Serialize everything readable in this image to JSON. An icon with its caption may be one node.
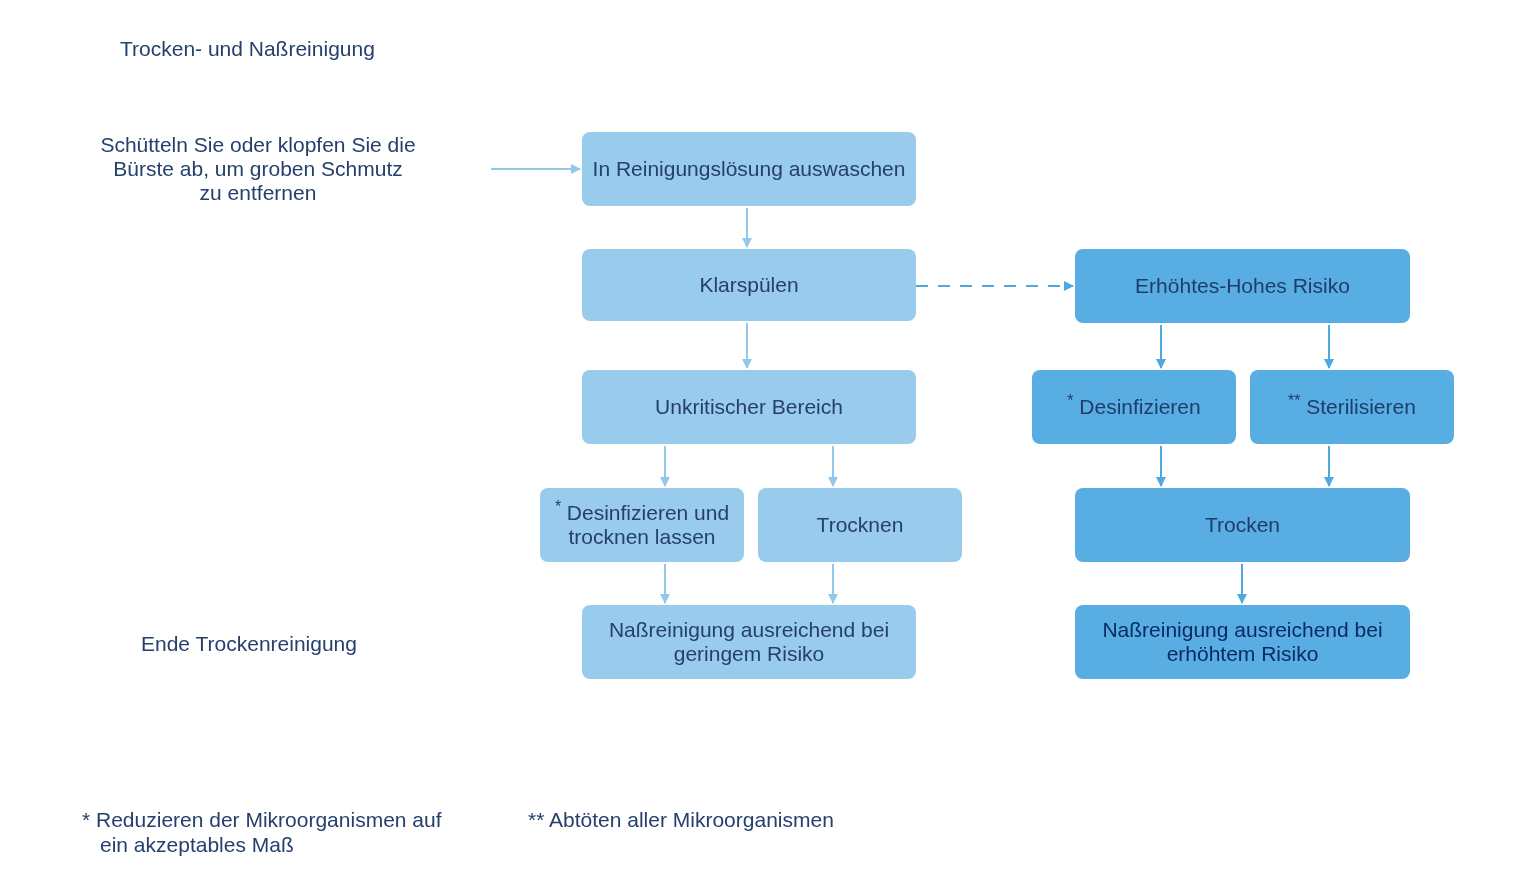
{
  "diagram": {
    "title": "Trocken- und Naßreinigung",
    "nodes": [
      {
        "text": [
          "Schütteln Sie oder klopfen Sie die Bürste ab, um groben Schmutz zu entfernen"
        ]
      },
      {
        "text": [
          "In Reinigungslösung auswaschen"
        ]
      },
      {
        "text": [
          "Klarspülen"
        ]
      },
      {
        "text": [
          "Erhöhtes-Hohes Risiko"
        ]
      },
      {
        "text": [
          "Unkritischer Bereich"
        ]
      },
      {
        "text": [
          "$^{*}$ Desinfizieren"
        ]
      },
      {
        "text": [
          "$^{**}$ Sterilisieren"
        ]
      },
      {
        "text": [
          "$^{*}$ Desinfizieren und trocknen lassen"
        ]
      },
      {
        "text": [
          "Trocknen"
        ]
      },
      {
        "text": [
          "Trocken"
        ]
      },
      {
        "text": [
          "Naßreinigung ausreichend bei geringem Risiko"
        ]
      },
      {
        "text": [
          "Naßreinigung ausreichend bei  erhöhtem Risiko"
        ]
      }
    ],
    "edges": [
      {
        "from": 0,
        "to": 1,
        "arrow": "to"
      },
      {
        "from": 1,
        "to": 2,
        "arrow": "to"
      },
      {
        "from": 2,
        "to": 3,
        "arrow": "to",
        "style": "dashed",
        "color": "#4fa8de"
      },
      {
        "from": 2,
        "to": 4,
        "arrow": "to"
      },
      {
        "from": 3,
        "to": 5,
        "arrow": "to",
        "color": "#4fa8de"
      },
      {
        "from": 3,
        "to": 6,
        "arrow": "to",
        "color": "#4fa8de"
      },
      {
        "from": 4,
        "to": 7,
        "arrow": "to"
      },
      {
        "from": 4,
        "to": 8,
        "arrow": "to"
      },
      {
        "from": 5,
        "to": 9,
        "arrow": "to",
        "color": "#4fa8de"
      },
      {
        "from": 6,
        "to": 9,
        "arrow": "to",
        "color": "#4fa8de"
      },
      {
        "from": 7,
        "to": 10,
        "arrow": "to"
      },
      {
        "from": 8,
        "to": 10,
        "arrow": "to"
      },
      {
        "from": 9,
        "to": 11,
        "arrow": "to",
        "color": "#4fa8de"
      }
    ],
    "labels": [
      "Ende Trockenreinigung",
      "* Reduzieren der Mikroorganismen auf ein akzeptables Maß",
      "** Abtöten aller Mikroorganismen"
    ]
  }
}
